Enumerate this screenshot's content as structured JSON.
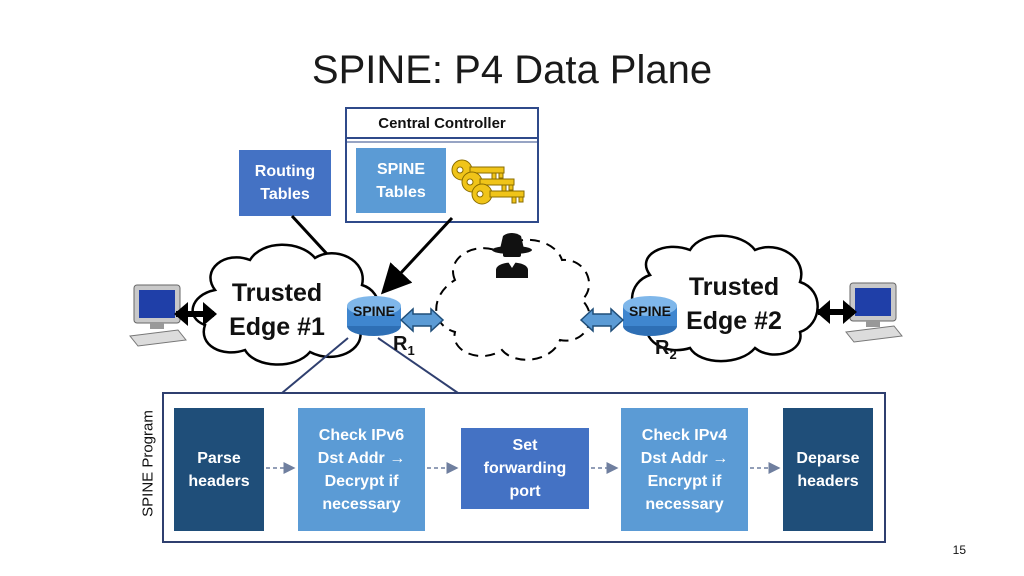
{
  "title": "SPINE: P4 Data Plane",
  "controller": {
    "label": "Central Controller",
    "spine_tables": "SPINE\nTables",
    "icon": "keys-icon"
  },
  "routing_tables": "Routing\nTables",
  "edges": {
    "left": "Trusted\nEdge #1",
    "right": "Trusted\nEdge #2"
  },
  "routers": {
    "label": "SPINE",
    "r1": {
      "main": "R",
      "sub": "1"
    },
    "r2": {
      "main": "R",
      "sub": "2"
    }
  },
  "program": {
    "label": "SPINE Program",
    "stages": [
      "Parse\nheaders",
      "Check IPv6\nDst Addr →\nDecrypt if\nnecessary",
      "Set\nforwarding\nport",
      "Check IPv4\nDst Addr →\nEncrypt if\nnecessary",
      "Deparse\nheaders"
    ]
  },
  "page_number": "15",
  "colors": {
    "dark_blue": "#1f4e79",
    "light_blue": "#5b9bd5",
    "mid_blue": "#4472c4",
    "frame": "#2f3f6f",
    "key_gold": "#f0c419"
  }
}
